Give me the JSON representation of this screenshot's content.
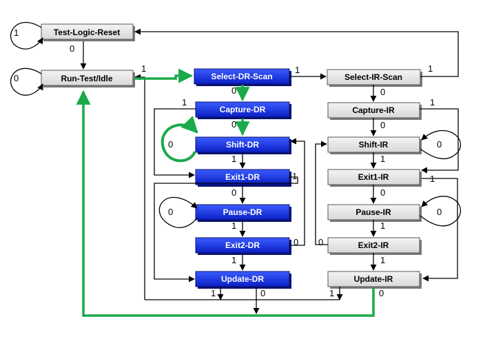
{
  "states": {
    "test_logic_reset": "Test-Logic-Reset",
    "run_test_idle": "Run-Test/Idle",
    "select_dr_scan": "Select-DR-Scan",
    "capture_dr": "Capture-DR",
    "shift_dr": "Shift-DR",
    "exit1_dr": "Exit1-DR",
    "pause_dr": "Pause-DR",
    "exit2_dr": "Exit2-DR",
    "update_dr": "Update-DR",
    "select_ir_scan": "Select-IR-Scan",
    "capture_ir": "Capture-IR",
    "shift_ir": "Shift-IR",
    "exit1_ir": "Exit1-IR",
    "pause_ir": "Pause-IR",
    "exit2_ir": "Exit2-IR",
    "update_ir": "Update-IR"
  },
  "transitions": {
    "zero": "0",
    "one": "1"
  },
  "colors": {
    "dr_state": "#1a33e6",
    "ir_state": "#e8e8e8",
    "highlight_path": "#1aaa4a",
    "edge": "#000000"
  }
}
